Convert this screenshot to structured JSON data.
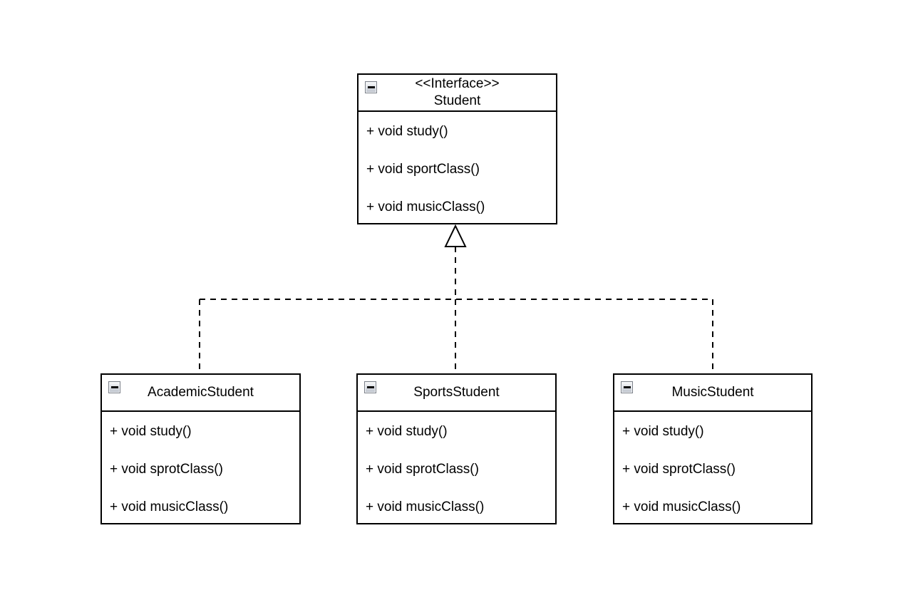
{
  "interface": {
    "stereotype": "<<Interface>>",
    "name": "Student",
    "methods": [
      "+ void study()",
      "+ void sportClass()",
      "+ void musicClass()"
    ]
  },
  "classes": [
    {
      "name": "AcademicStudent",
      "methods": [
        "+ void study()",
        "+ void sprotClass()",
        "+ void musicClass()"
      ]
    },
    {
      "name": "SportsStudent",
      "methods": [
        "+ void study()",
        "+ void sprotClass()",
        "+ void musicClass()"
      ]
    },
    {
      "name": "MusicStudent",
      "methods": [
        "+ void study()",
        "+ void sprotClass()",
        "+ void musicClass()"
      ]
    }
  ],
  "relationship": {
    "type": "realization",
    "to": "Student"
  },
  "colors": {
    "line": "#000000",
    "background": "#ffffff",
    "box_fill": "#ffffff",
    "icon_border": "#7b8089"
  }
}
